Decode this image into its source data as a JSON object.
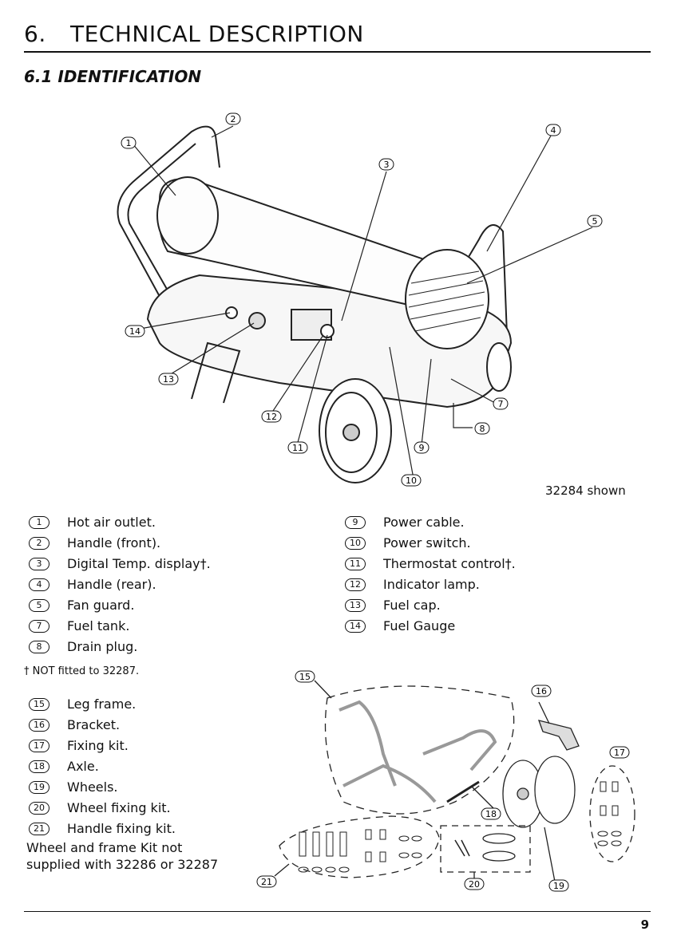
{
  "header": {
    "number": "6.",
    "title": "TECHNICAL DESCRIPTION",
    "subtitle": "6.1 IDENTIFICATION"
  },
  "callouts": [
    "1",
    "2",
    "3",
    "4",
    "5",
    "7",
    "8",
    "9",
    "10",
    "11",
    "12",
    "13",
    "14"
  ],
  "shown_label": "32284 shown",
  "parts_left": [
    {
      "num": "1",
      "label": "Hot air outlet."
    },
    {
      "num": "2",
      "label": "Handle (front)."
    },
    {
      "num": "3",
      "label": "Digital Temp. display†."
    },
    {
      "num": "4",
      "label": "Handle (rear)."
    },
    {
      "num": "5",
      "label": "Fan guard."
    },
    {
      "num": "7",
      "label": "Fuel tank."
    },
    {
      "num": "8",
      "label": "Drain plug."
    }
  ],
  "parts_right": [
    {
      "num": "9",
      "label": "Power cable."
    },
    {
      "num": "10",
      "label": "Power switch."
    },
    {
      "num": "11",
      "label": "Thermostat control†."
    },
    {
      "num": "12",
      "label": "Indicator lamp."
    },
    {
      "num": "13",
      "label": "Fuel cap."
    },
    {
      "num": "14",
      "label": "Fuel Gauge"
    }
  ],
  "footnote": "† NOT fitted to 32287.",
  "kit_parts": [
    {
      "num": "15",
      "label": "Leg frame."
    },
    {
      "num": "16",
      "label": "Bracket."
    },
    {
      "num": "17",
      "label": "Fixing kit."
    },
    {
      "num": "18",
      "label": "Axle."
    },
    {
      "num": "19",
      "label": "Wheels."
    },
    {
      "num": "20",
      "label": "Wheel fixing kit."
    },
    {
      "num": "21",
      "label": "Handle fixing kit."
    }
  ],
  "kit_note_1": "Wheel and frame Kit not",
  "kit_note_2": "supplied with 32286 or 32287",
  "kit_callouts": [
    "15",
    "16",
    "17",
    "18",
    "19",
    "20",
    "21"
  ],
  "page_number": "9"
}
